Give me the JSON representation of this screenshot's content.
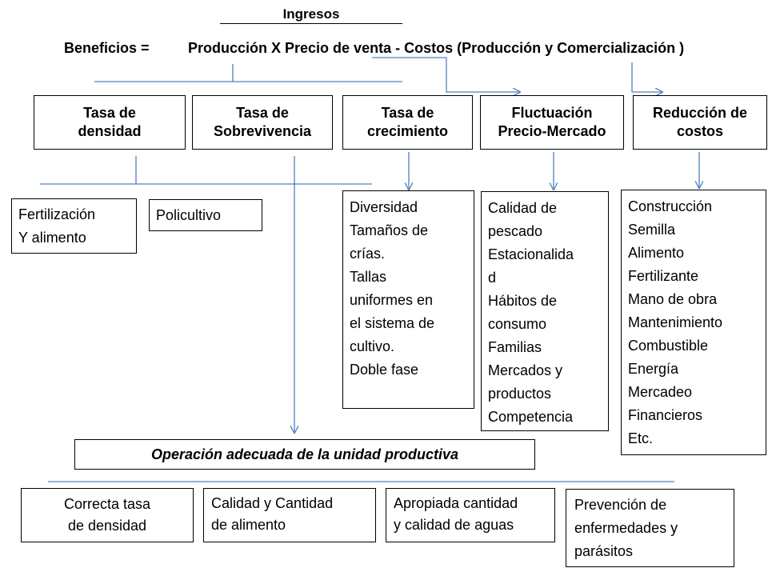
{
  "header": {
    "ingresos": "Ingresos",
    "formula_left": "Beneficios =",
    "formula_right": "Producción  X Precio de venta - Costos (Producción y Comercialización )"
  },
  "top_boxes": [
    {
      "line1": "Tasa de",
      "line2": "densidad"
    },
    {
      "line1": "Tasa de",
      "line2": "Sobrevivencia"
    },
    {
      "line1": "Tasa de",
      "line2": "crecimiento"
    },
    {
      "line1": "Fluctuación",
      "line2": "Precio-Mercado"
    },
    {
      "line1": "Reducción de",
      "line2": "costos"
    }
  ],
  "density": {
    "fert": [
      "Fertilización",
      "Y alimento"
    ],
    "poly": "Policultivo"
  },
  "growth_items": [
    "Diversidad",
    "Tamaños de",
    "crías.",
    "Tallas",
    "uniformes en",
    "el sistema de",
    "cultivo.",
    "Doble fase"
  ],
  "market_items": [
    "Calidad de",
    "pescado",
    "Estacionalida",
    "d",
    "Hábitos de",
    "consumo",
    "Familias",
    "Mercados y",
    "productos",
    "Competencia"
  ],
  "cost_items": [
    "Construcción",
    "Semilla",
    "Alimento",
    "Fertilizante",
    "Mano de obra",
    "Mantenimiento",
    "Combustible",
    "Energía",
    "Mercadeo",
    "Financieros",
    "Etc."
  ],
  "operation": "Operación adecuada de la unidad productiva",
  "bottom_boxes": [
    {
      "line1": "Correcta tasa",
      "line2": "de densidad",
      "line3": ""
    },
    {
      "line1": "Calidad y Cantidad",
      "line2": "de alimento",
      "line3": ""
    },
    {
      "line1": "Apropiada cantidad",
      "line2": "y calidad de aguas",
      "line3": ""
    },
    {
      "line1": "Prevención de",
      "line2": "enfermedades y",
      "line3": "parásitos"
    }
  ],
  "colors": {
    "connector": "#4f81bd",
    "border": "#000000"
  }
}
